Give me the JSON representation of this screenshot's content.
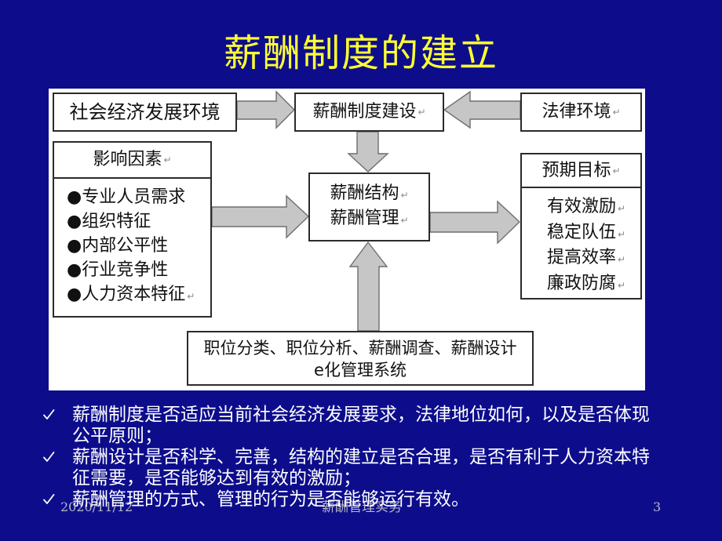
{
  "slide": {
    "title": "薪酬制度的建立",
    "footer_date": "2020/11/12",
    "footer_center": "薪酬管理实务",
    "page_number": "3"
  },
  "colors": {
    "background": "#0d0d8c",
    "title": "#ffff33",
    "body_text": "#ffffff",
    "footer_text": "#b8b8c8",
    "arrow_fill": "#c6c6c6",
    "arrow_stroke": "#6e6e6e",
    "box_border": "#2b2b2b"
  },
  "diagram": {
    "paragraph_mark": "↵",
    "environment_box": {
      "label": "社会经济发展环境"
    },
    "system_box": {
      "label": "薪酬制度建设"
    },
    "legal_box": {
      "label": "法律环境"
    },
    "factors_box": {
      "header": "影响因素",
      "items": [
        "●专业人员需求",
        "●组织特征",
        "●内部公平性",
        "●行业竞争性",
        "●人力资本特征"
      ]
    },
    "core_box": {
      "lines": [
        "薪酬结构",
        "薪酬管理"
      ]
    },
    "goals_box": {
      "header": "预期目标",
      "items": [
        "有效激励",
        "稳定队伍",
        "提高效率",
        "廉政防腐"
      ]
    },
    "methods_box": {
      "lines": [
        "职位分类、职位分析、薪酬调查、薪酬设计",
        "e化管理系统"
      ]
    }
  },
  "bullets": [
    {
      "icon": "check-icon",
      "text": "薪酬制度是否适应当前社会经济发展要求，法律地位如何，以及是否体现公平原则；"
    },
    {
      "icon": "check-icon",
      "text": "薪酬设计是否科学、完善，结构的建立是否合理，是否有利于人力资本特征需要，是否能够达到有效的激励；"
    },
    {
      "icon": "check-icon",
      "text": "薪酬管理的方式、管理的行为是否能够运行有效。"
    }
  ]
}
